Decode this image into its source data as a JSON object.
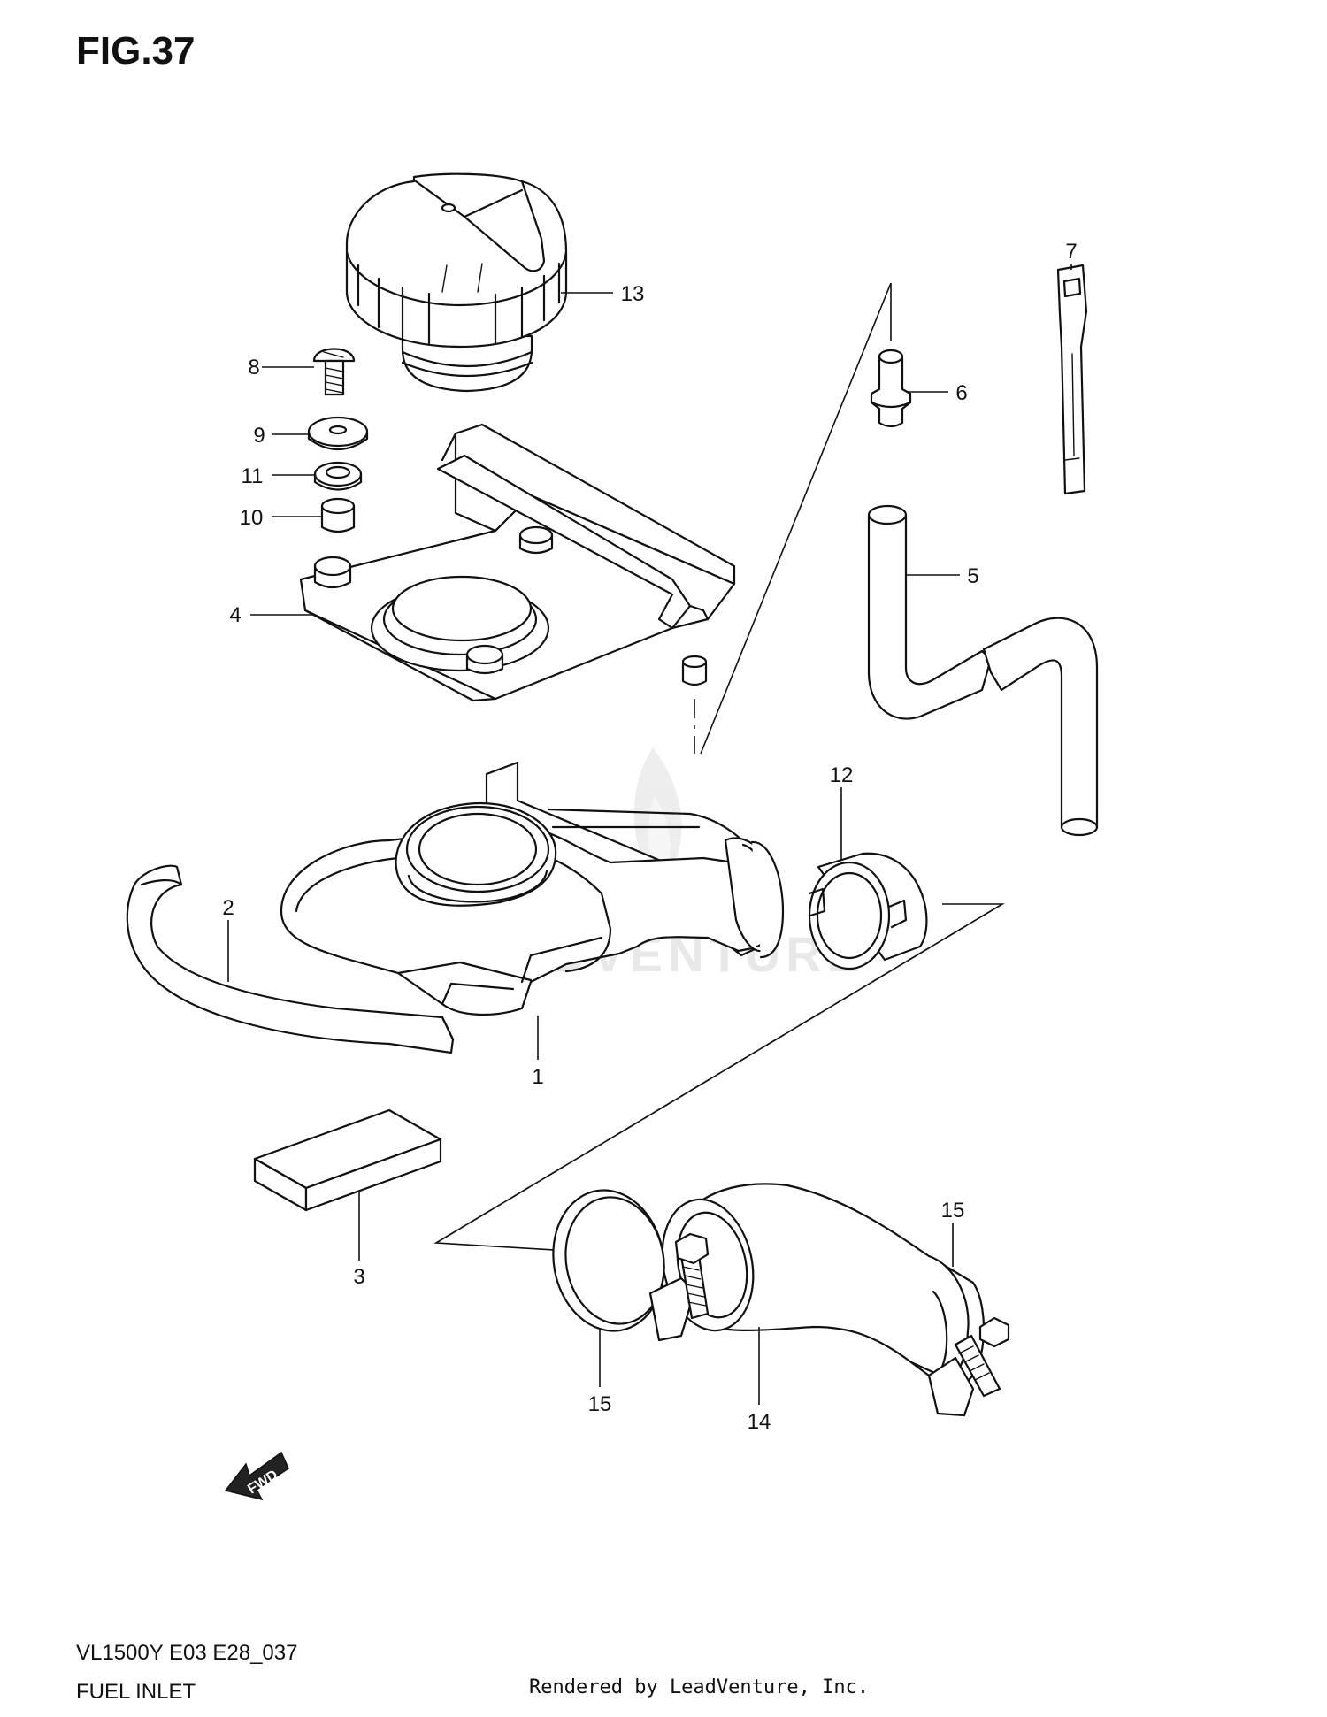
{
  "figure": {
    "title": "FIG.37"
  },
  "callouts": [
    {
      "id": "c1",
      "label": "1"
    },
    {
      "id": "c2",
      "label": "2"
    },
    {
      "id": "c3",
      "label": "3"
    },
    {
      "id": "c4",
      "label": "4"
    },
    {
      "id": "c5",
      "label": "5"
    },
    {
      "id": "c6",
      "label": "6"
    },
    {
      "id": "c7",
      "label": "7"
    },
    {
      "id": "c8",
      "label": "8"
    },
    {
      "id": "c9",
      "label": "9"
    },
    {
      "id": "c10",
      "label": "10"
    },
    {
      "id": "c11",
      "label": "11"
    },
    {
      "id": "c12",
      "label": "12"
    },
    {
      "id": "c13",
      "label": "13"
    },
    {
      "id": "c14",
      "label": "14"
    },
    {
      "id": "c15a",
      "label": "15"
    },
    {
      "id": "c15b",
      "label": "15"
    }
  ],
  "fwd_arrow": {
    "label": "FWD"
  },
  "watermark": {
    "text": "LEADVENTURE"
  },
  "footer": {
    "model_code": "VL1500Y E03 E28_037",
    "section_name": "FUEL INLET",
    "credit": "Rendered by LeadVenture, Inc."
  }
}
